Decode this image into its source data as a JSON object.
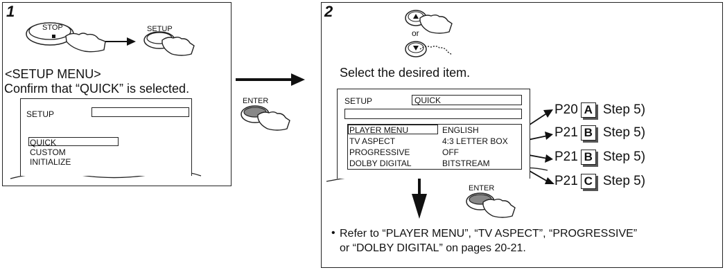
{
  "step1": {
    "number": "1",
    "stop_label": "STOP",
    "setup_label": "SETUP",
    "menu_title": "<SETUP MENU>",
    "instruction": "Confirm that “QUICK” is selected.",
    "screen": {
      "header": "SETUP",
      "items": [
        "QUICK",
        "CUSTOM",
        "INITIALIZE"
      ]
    }
  },
  "enter_label": "ENTER",
  "step2": {
    "number": "2",
    "or_label": "or",
    "instruction": "Select the desired item.",
    "screen": {
      "header": "SETUP",
      "mode": "QUICK",
      "rows": [
        {
          "name": "PLAYER MENU",
          "value": "ENGLISH"
        },
        {
          "name": "TV ASPECT",
          "value": "4:3 LETTER BOX"
        },
        {
          "name": "PROGRESSIVE",
          "value": "OFF"
        },
        {
          "name": "DOLBY DIGITAL",
          "value": "BITSTREAM"
        }
      ]
    },
    "enter_label": "ENTER",
    "references": [
      {
        "page": "P20",
        "badge": "A",
        "step": "Step 5)"
      },
      {
        "page": "P21",
        "badge": "B",
        "step": "Step 5)"
      },
      {
        "page": "P21",
        "badge": "B",
        "step": "Step 5)"
      },
      {
        "page": "P21",
        "badge": "C",
        "step": "Step 5)"
      }
    ],
    "note_bullet": "•",
    "note_line1": "Refer to “PLAYER MENU”, “TV ASPECT”, “PROGRESSIVE”",
    "note_line2": "or “DOLBY DIGITAL” on pages 20-21."
  }
}
